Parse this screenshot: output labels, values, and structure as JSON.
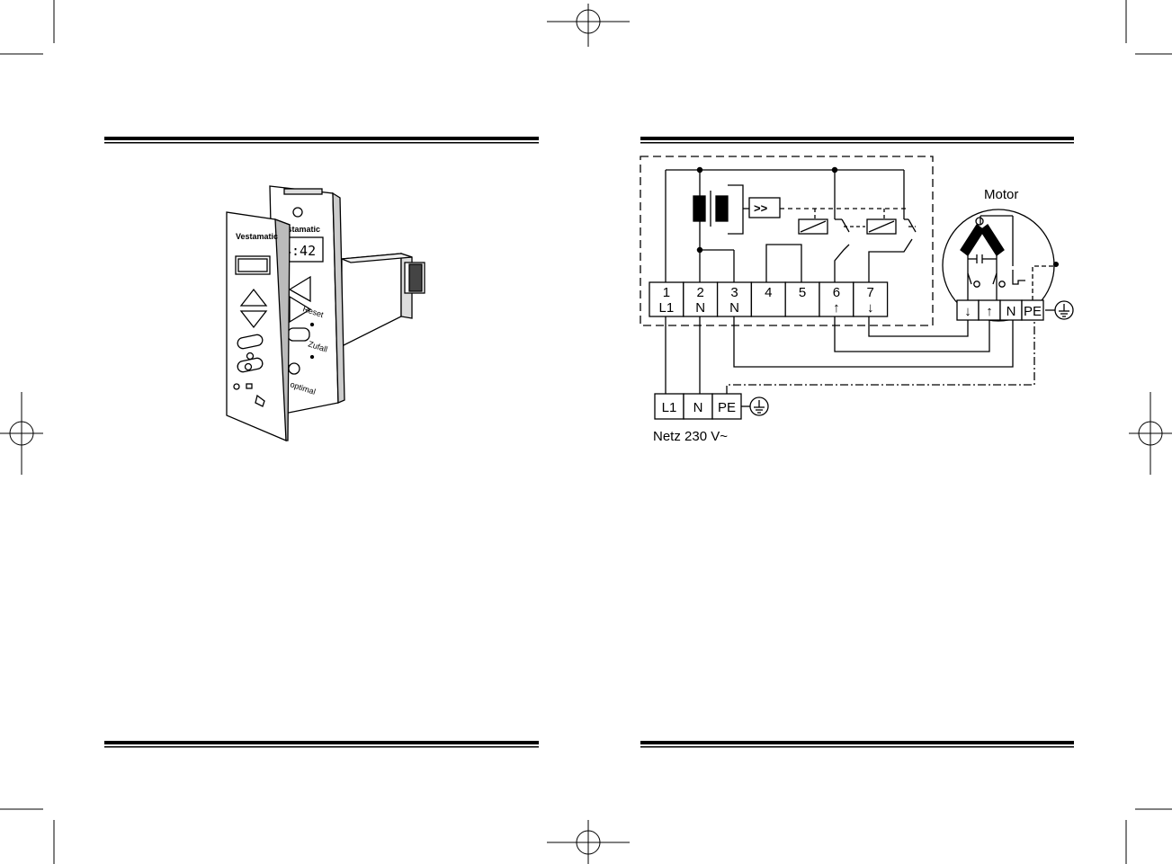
{
  "device": {
    "brand_front": "Vestamatic",
    "brand_back": "Vestamatic",
    "clock": "4:42",
    "label_reset": "Reset",
    "label_zufall": "Zufall",
    "label_optimal": "optimal"
  },
  "diagram": {
    "terminals": [
      {
        "num": "1",
        "sub": "L1"
      },
      {
        "num": "2",
        "sub": "N"
      },
      {
        "num": "3",
        "sub": "N"
      },
      {
        "num": "4",
        "sub": ""
      },
      {
        "num": "5",
        "sub": ""
      },
      {
        "num": "6",
        "sub": "↑"
      },
      {
        "num": "7",
        "sub": "↓"
      }
    ],
    "amplifier_symbol": ">>",
    "motor_label": "Motor",
    "motor_terminals": [
      "↓",
      "↑",
      "N",
      "PE"
    ],
    "supply_terminals": [
      "L1",
      "N",
      "PE"
    ],
    "supply_label": "Netz 230 V~"
  }
}
